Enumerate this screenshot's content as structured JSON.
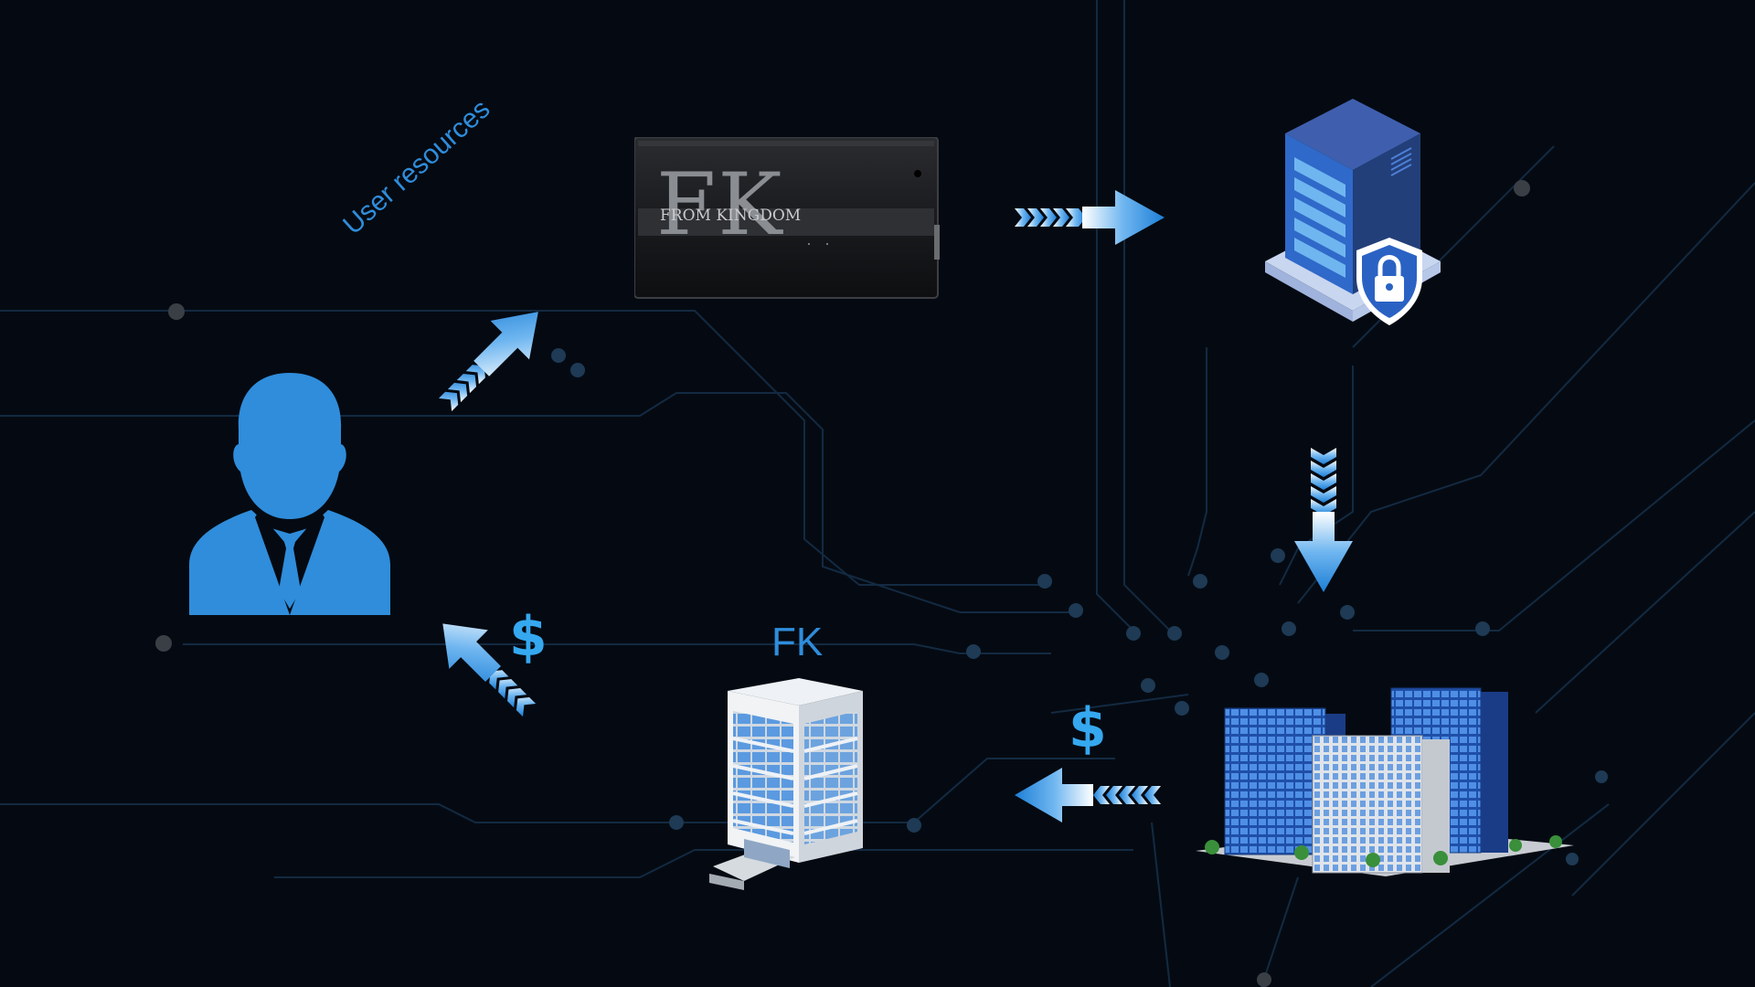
{
  "device": {
    "logo_letters": "FK",
    "brand_text": "FROM KINGDOM"
  },
  "labels": {
    "user_resources": "User resources",
    "office_building": "FK",
    "payment_from_enterprise": "$",
    "payment_to_user": "$"
  },
  "colors": {
    "background": "#050a12",
    "accent_blue": "#2f8ddb",
    "dollar_blue": "#35a8f0",
    "circuit_line": "#16304a"
  },
  "icons": {
    "user": "user-silhouette-icon",
    "device": "fk-hardware-device",
    "server": "secure-server-icon",
    "enterprise": "enterprise-buildings-icon",
    "office": "fk-office-building-icon"
  }
}
